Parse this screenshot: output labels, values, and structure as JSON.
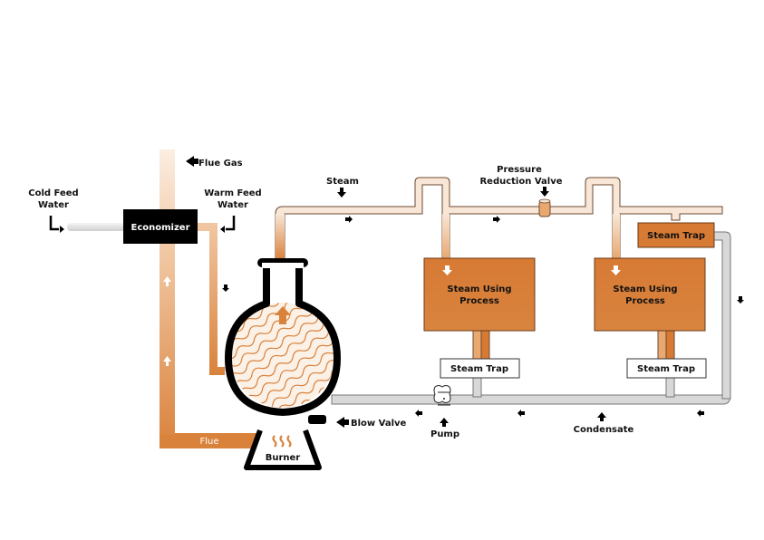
{
  "title": "Steam System Diagram",
  "colors": {
    "steam_pipe_light": "#f8e6d6",
    "steam_pipe_dark": "#d9823c",
    "flue_pipe": "#d9823c",
    "process_box": "#d77a34",
    "condensate_pipe": "#d8d8d8",
    "outline": "#111111",
    "economizer": "#000000"
  },
  "labels": {
    "cold_feed_water": [
      "Cold Feed",
      "Water"
    ],
    "warm_feed_water": [
      "Warm Feed",
      "Water"
    ],
    "flue_gas": "Flue Gas",
    "economizer": "Economizer",
    "steam": "Steam",
    "pressure_reduction_valve": [
      "Pressure",
      "Reduction Valve"
    ],
    "steam_using_process": [
      "Steam Using",
      "Process"
    ],
    "steam_trap": "Steam Trap",
    "blow_valve": "Blow Valve",
    "pump": "Pump",
    "condensate": "Condensate",
    "flue": "Flue",
    "burner": "Burner"
  },
  "components": [
    {
      "id": "economizer",
      "label": "Economizer"
    },
    {
      "id": "boiler",
      "label": ""
    },
    {
      "id": "burner",
      "label": "Burner"
    },
    {
      "id": "process-1",
      "label": "Steam Using Process"
    },
    {
      "id": "process-2",
      "label": "Steam Using Process"
    },
    {
      "id": "steam-trap-1",
      "label": "Steam Trap"
    },
    {
      "id": "steam-trap-2",
      "label": "Steam Trap"
    },
    {
      "id": "steam-trap-3",
      "label": "Steam Trap"
    },
    {
      "id": "pressure-reduction-valve",
      "label": "Pressure Reduction Valve"
    },
    {
      "id": "pump",
      "label": "Pump"
    },
    {
      "id": "blow-valve",
      "label": "Blow Valve"
    }
  ]
}
